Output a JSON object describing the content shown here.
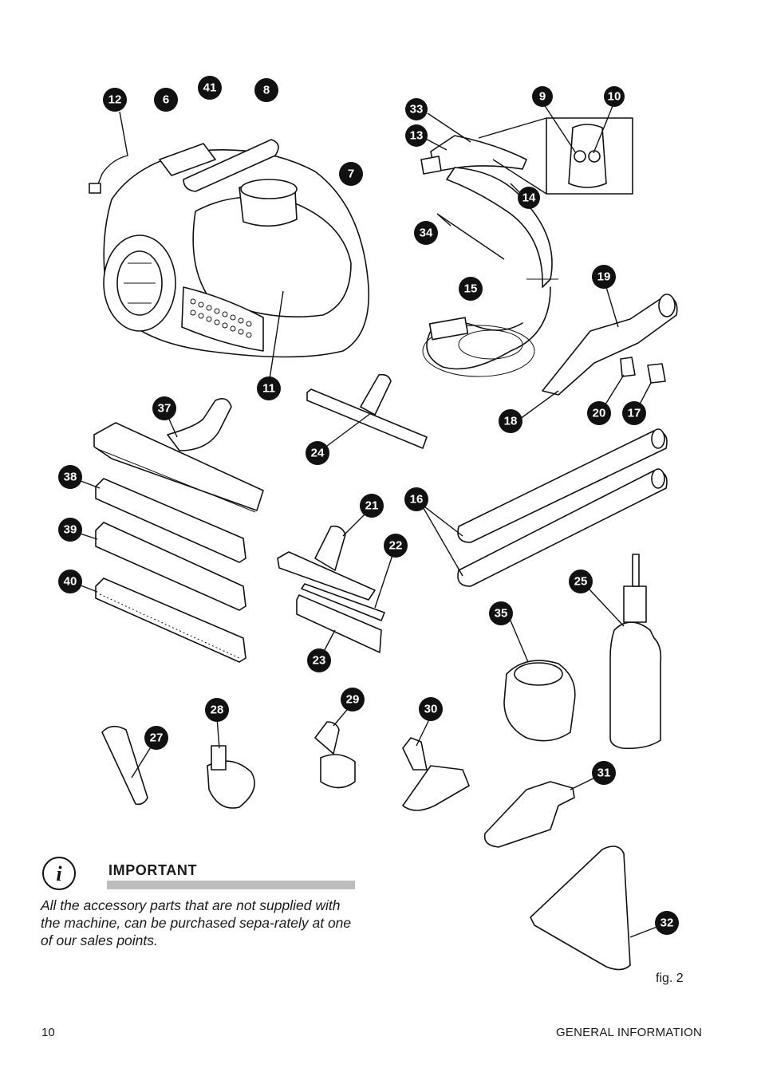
{
  "important": {
    "title": "IMPORTANT",
    "icon": "info-icon",
    "text": "All the accessory parts that are not supplied with the machine, can be purchased sepa-rately at one of our sales points."
  },
  "figure": {
    "caption": "fig. 2",
    "callouts": [
      "12",
      "6",
      "41",
      "8",
      "7",
      "11",
      "33",
      "13",
      "9",
      "10",
      "14",
      "34",
      "15",
      "19",
      "18",
      "20",
      "17",
      "37",
      "24",
      "38",
      "21",
      "22",
      "16",
      "39",
      "40",
      "23",
      "25",
      "35",
      "28",
      "29",
      "30",
      "27",
      "31",
      "32"
    ]
  },
  "footer": {
    "page_number": "10",
    "section": "GENERAL INFORMATION"
  }
}
